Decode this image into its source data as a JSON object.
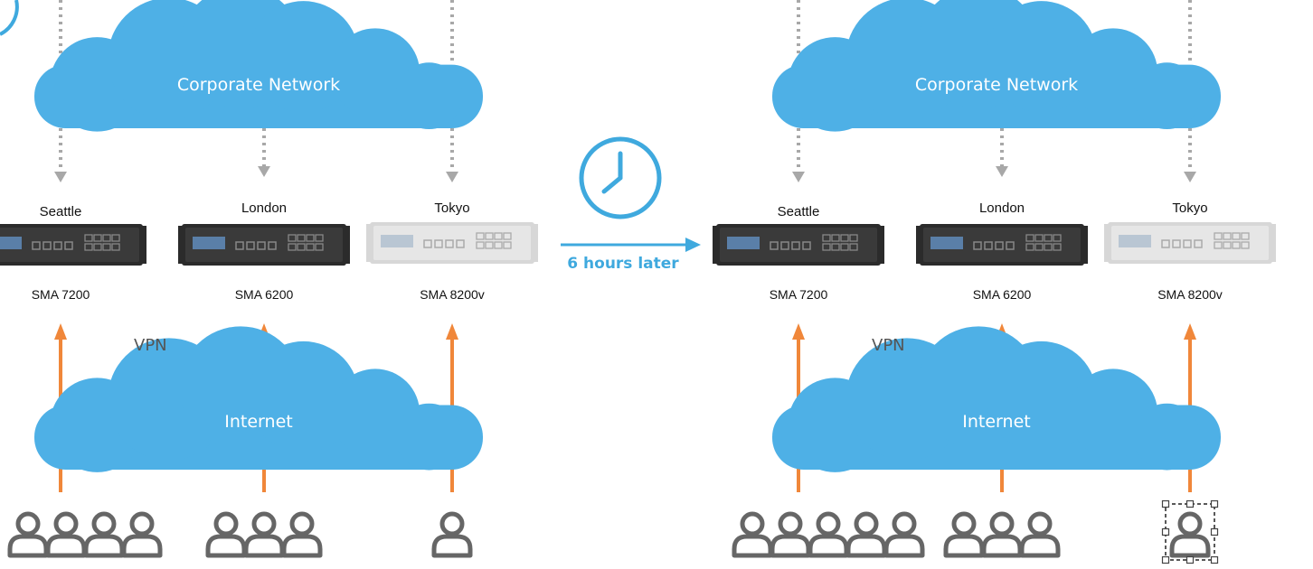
{
  "colors": {
    "cloud": "#4eb0e6",
    "accent": "#3fa9de",
    "vpn_arrow": "#f0873a",
    "connector": "#a8a8a8",
    "user_icon": "#666666"
  },
  "transition": {
    "label": "6 hours later",
    "icon": "clock-icon"
  },
  "panels": [
    {
      "id": "before",
      "corporate_label": "Corporate Network",
      "internet_label": "Internet",
      "vpn_label": "VPN",
      "sites": [
        {
          "city": "Seattle",
          "model": "SMA 7200",
          "appliance_style": "dark",
          "users": 4
        },
        {
          "city": "London",
          "model": "SMA 6200",
          "appliance_style": "dark",
          "users": 3
        },
        {
          "city": "Tokyo",
          "model": "SMA 8200v",
          "appliance_style": "light",
          "users": 1
        }
      ]
    },
    {
      "id": "after",
      "corporate_label": "Corporate Network",
      "internet_label": "Internet",
      "vpn_label": "VPN",
      "sites": [
        {
          "city": "Seattle",
          "model": "SMA 7200",
          "appliance_style": "dark",
          "users": 5
        },
        {
          "city": "London",
          "model": "SMA 6200",
          "appliance_style": "dark",
          "users": 3
        },
        {
          "city": "Tokyo",
          "model": "SMA 8200v",
          "appliance_style": "light",
          "users": 1,
          "selected": true
        }
      ]
    }
  ]
}
